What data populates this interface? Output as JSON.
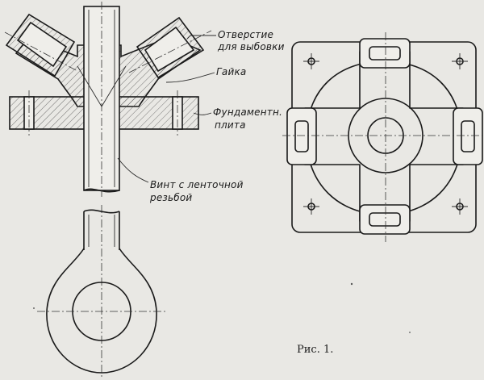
{
  "labels": {
    "vent_hole_line1": "Отверстие",
    "vent_hole_line2": "для выбовки",
    "nut": "Гайка",
    "base_plate_line1": "Фундаментн.",
    "base_plate_line2": "плита",
    "screw_line1": "Винт с ленточной",
    "screw_line2": "резьбой"
  },
  "caption": "Рис. 1."
}
